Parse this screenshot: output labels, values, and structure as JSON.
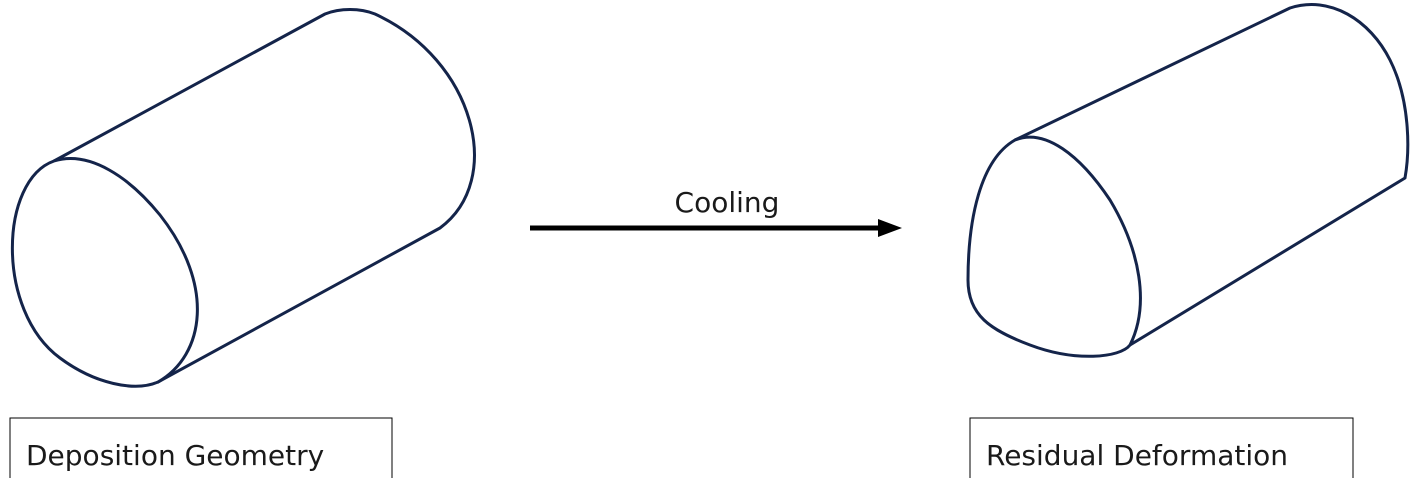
{
  "process": {
    "label": "Cooling"
  },
  "left": {
    "caption": "Deposition Geometry"
  },
  "right": {
    "caption": "Residual Deformation"
  },
  "colors": {
    "outline": "#14244a",
    "arrow": "#000000",
    "text": "#1a1a1a"
  }
}
